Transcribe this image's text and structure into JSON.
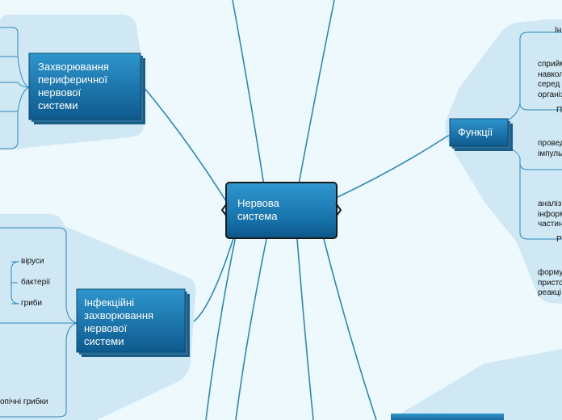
{
  "central": {
    "label": "Нервова\nсистема"
  },
  "branches": {
    "diseases_peripheral": {
      "label": "Захворювання\nпериферичної\nнервової\nсистеми"
    },
    "infectious": {
      "label": "Інфекційні\nзахворювання\nнервової\nсистеми"
    },
    "functions": {
      "label": "Функції"
    }
  },
  "infectious_items": [
    "віруси",
    "бактерії",
    "гриби"
  ],
  "infectious_partial": "опічні грибки",
  "function_items": {
    "heading_1": "Ін",
    "text_1": "сприйм\nнавкол\nсеред\nорганіз",
    "heading_2": "П",
    "text_2": "провед\nімпуль",
    "heading_3": "",
    "text_3": "аналіз\nінформ\nчастин",
    "heading_4": "Р",
    "text_4": "форму\nпристо\nреакці"
  },
  "colors": {
    "background": "#eef9fd",
    "panel": "#cfe9f5",
    "node_top": "#2b8cc4",
    "node_bottom": "#0f5f95",
    "central_top": "#2a90c8",
    "central_bottom": "#0c5a8f",
    "line": "#2b88b8"
  }
}
